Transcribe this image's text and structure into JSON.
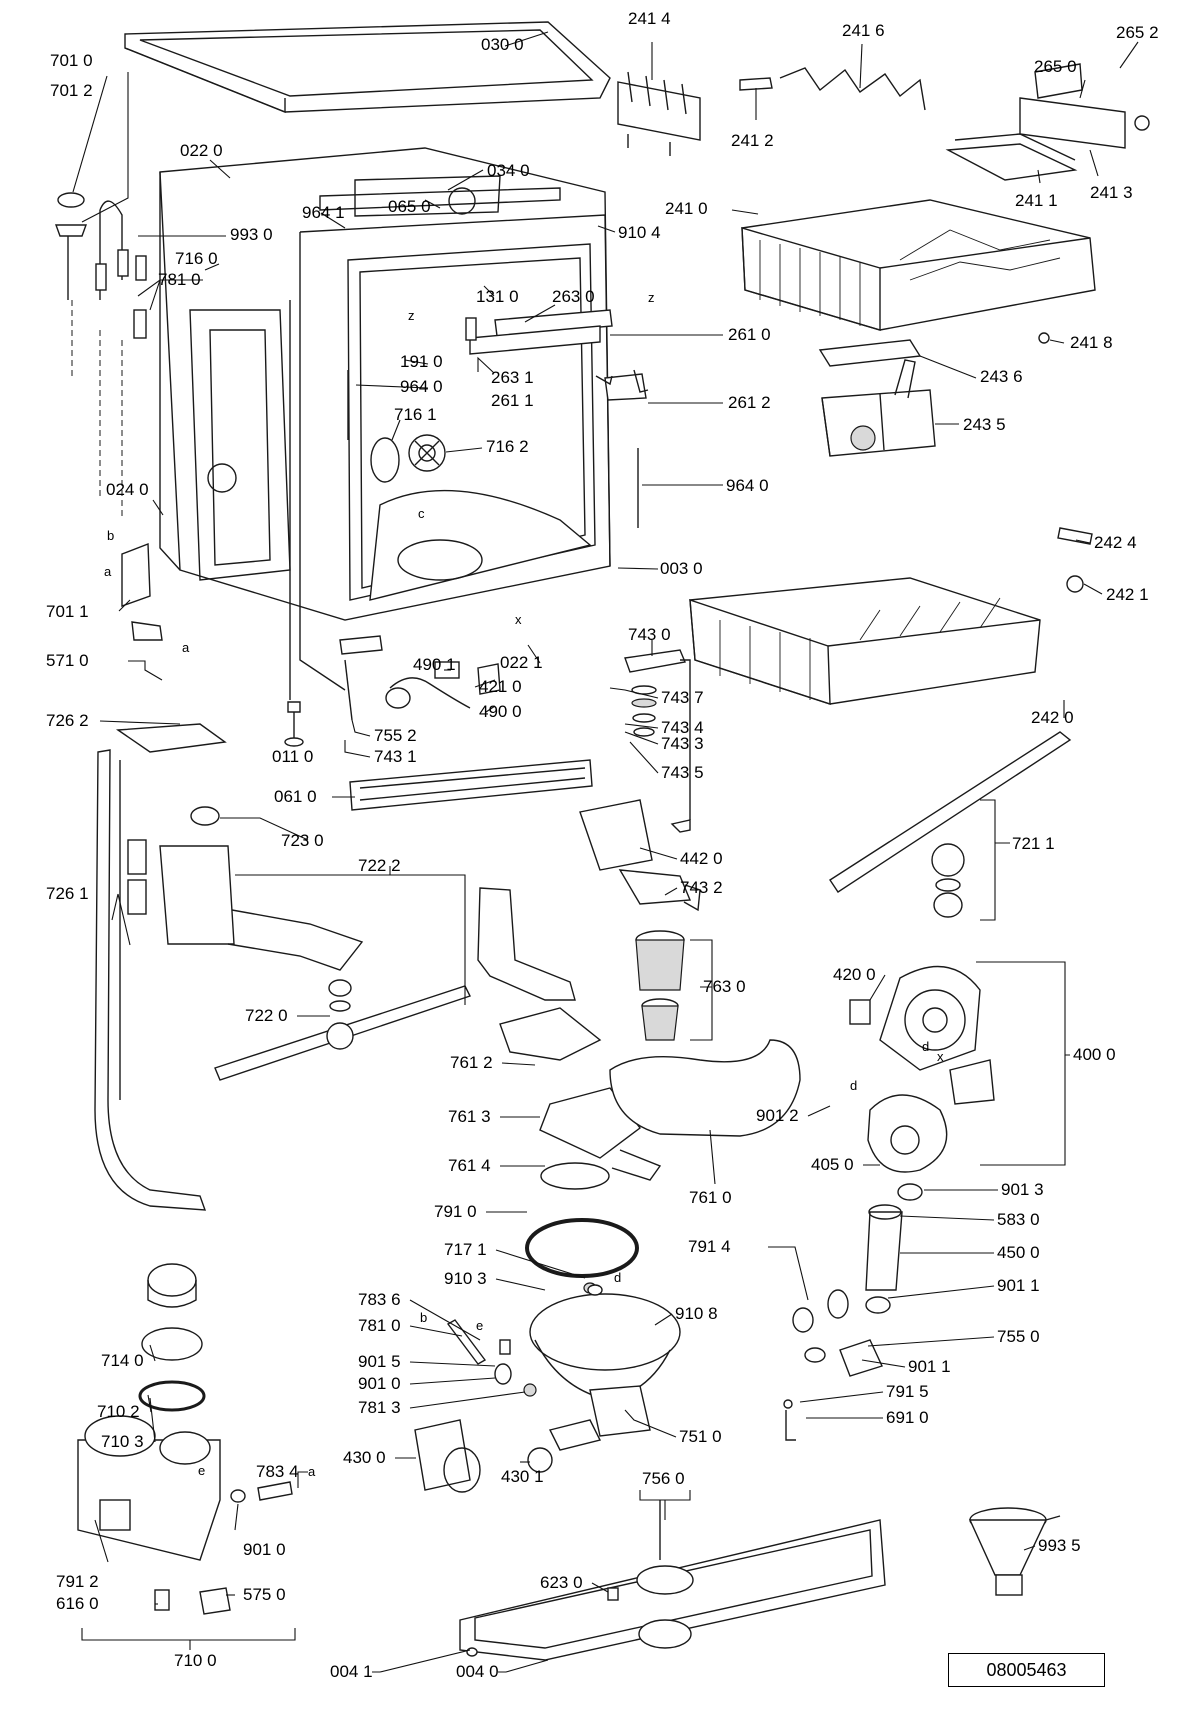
{
  "document_number": "08005463",
  "callouts": [
    "030 0",
    "241 4",
    "241 6",
    "265 2",
    "265 0",
    "701 0",
    "701 2",
    "241 2",
    "022 0",
    "034 0",
    "065 0",
    "241 3",
    "241 1",
    "993 0",
    "964 1",
    "241 0",
    "716 0",
    "910 4",
    "781 0",
    "131 0",
    "263 0",
    "261 0",
    "241 8",
    "191 0",
    "263 1",
    "964 0",
    "261 1",
    "243 6",
    "261 2",
    "716 1",
    "716 2",
    "243 5",
    "964 0",
    "024 0",
    "003 0",
    "242 4",
    "701 1",
    "242 1",
    "022 1",
    "743 0",
    "490 1",
    "571 0",
    "421 0",
    "490 0",
    "743 7",
    "726 2",
    "755 2",
    "743 4",
    "242 0",
    "743 3",
    "011 0",
    "743 1",
    "743 5",
    "061 0",
    "723 0",
    "442 0",
    "721 1",
    "722 2",
    "726 1",
    "743 2",
    "763 0",
    "420 0",
    "722 0",
    "400 0",
    "761 2",
    "761 3",
    "901 2",
    "405 0",
    "761 4",
    "761 0",
    "901 3",
    "791 0",
    "583 0",
    "791 4",
    "450 0",
    "717 1",
    "910 3",
    "901 1",
    "783 6",
    "910 8",
    "781 0",
    "755 0",
    "714 0",
    "901 5",
    "901 1",
    "901 0",
    "791 5",
    "710 2",
    "781 3",
    "751 0",
    "691 0",
    "710 3",
    "783 4",
    "430 0",
    "430 1",
    "901 0",
    "756 0",
    "791 2",
    "575 0",
    "993 5",
    "623 0",
    "616 0",
    "710 0",
    "004 1",
    "004 0"
  ],
  "letters": [
    "a",
    "b",
    "c",
    "d",
    "e",
    "x",
    "z"
  ]
}
